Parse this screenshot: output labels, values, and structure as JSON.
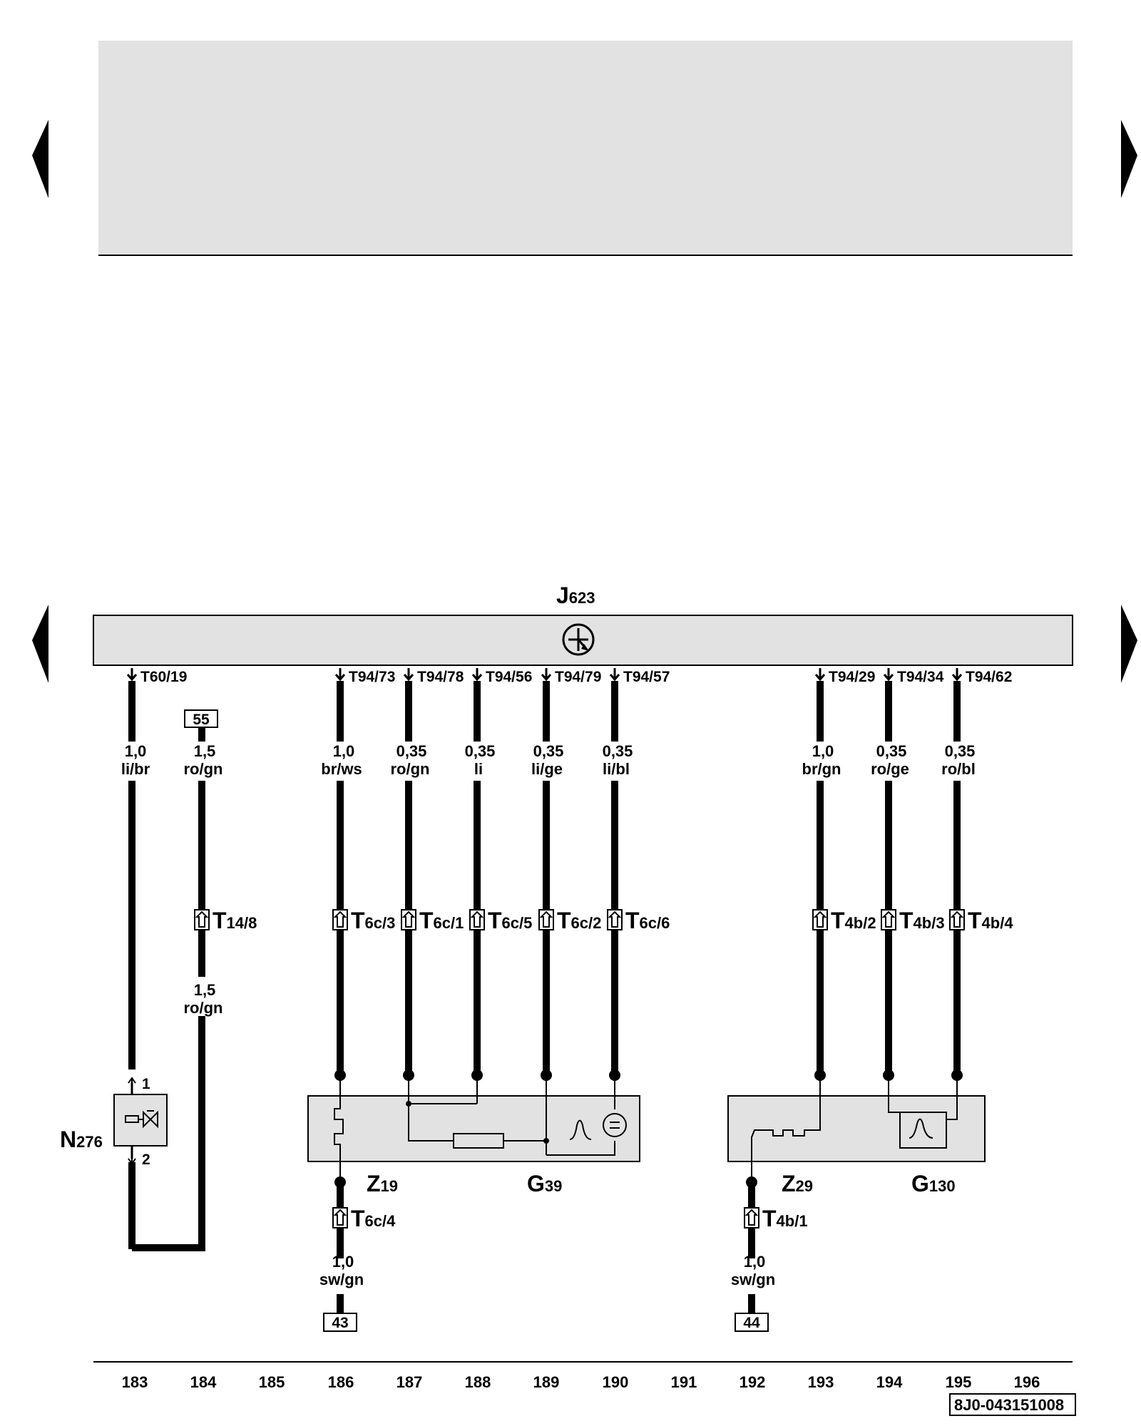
{
  "colors": {
    "panel_fill": "#e2e2e2",
    "ink": "#000000",
    "page": "#ffffff"
  },
  "nav": {
    "prev_icon": "triangle-left-icon",
    "next_icon": "triangle-right-icon"
  },
  "control_unit": {
    "main": "J",
    "sub": "623",
    "symbol": "cpu-symbol-icon"
  },
  "top_pins": [
    {
      "id": "p183",
      "label": "T60/19"
    },
    {
      "id": "p186",
      "label": "T94/73"
    },
    {
      "id": "p187",
      "label": "T94/78"
    },
    {
      "id": "p188",
      "label": "T94/56"
    },
    {
      "id": "p189",
      "label": "T94/79"
    },
    {
      "id": "p190",
      "label": "T94/57"
    },
    {
      "id": "p193",
      "label": "T94/29"
    },
    {
      "id": "p194",
      "label": "T94/34"
    },
    {
      "id": "p195",
      "label": "T94/62"
    }
  ],
  "wire_specs": [
    {
      "id": "w183",
      "size": "1,0",
      "color": "li/br"
    },
    {
      "id": "w184a",
      "size": "1,5",
      "color": "ro/gn"
    },
    {
      "id": "w184b",
      "size": "1,5",
      "color": "ro/gn"
    },
    {
      "id": "w186",
      "size": "1,0",
      "color": "br/ws"
    },
    {
      "id": "w187",
      "size": "0,35",
      "color": "ro/gn"
    },
    {
      "id": "w188",
      "size": "0,35",
      "color": "li"
    },
    {
      "id": "w189",
      "size": "0,35",
      "color": "li/ge"
    },
    {
      "id": "w190",
      "size": "0,35",
      "color": "li/bl"
    },
    {
      "id": "w193",
      "size": "1,0",
      "color": "br/gn"
    },
    {
      "id": "w194",
      "size": "0,35",
      "color": "ro/ge"
    },
    {
      "id": "w195",
      "size": "0,35",
      "color": "ro/bl"
    },
    {
      "id": "w186b",
      "size": "1,0",
      "color": "sw/gn"
    },
    {
      "id": "w192",
      "size": "1,0",
      "color": "sw/gn"
    }
  ],
  "connectors": [
    {
      "id": "c184",
      "main": "T",
      "sub": "14/8"
    },
    {
      "id": "c186",
      "main": "T",
      "sub": "6c/3"
    },
    {
      "id": "c187",
      "main": "T",
      "sub": "6c/1"
    },
    {
      "id": "c188",
      "main": "T",
      "sub": "6c/5"
    },
    {
      "id": "c189",
      "main": "T",
      "sub": "6c/2"
    },
    {
      "id": "c190",
      "main": "T",
      "sub": "6c/6"
    },
    {
      "id": "c193",
      "main": "T",
      "sub": "4b/2"
    },
    {
      "id": "c194",
      "main": "T",
      "sub": "4b/3"
    },
    {
      "id": "c195",
      "main": "T",
      "sub": "4b/4"
    },
    {
      "id": "c186b",
      "main": "T",
      "sub": "6c/4"
    },
    {
      "id": "c192",
      "main": "T",
      "sub": "4b/1"
    }
  ],
  "ref_boxes": {
    "b55": "55",
    "b43": "43",
    "b44": "44"
  },
  "components": {
    "n276": {
      "main": "N",
      "sub": "276",
      "pin1": "1",
      "pin2": "2"
    },
    "z19": {
      "main": "Z",
      "sub": "19"
    },
    "g39": {
      "main": "G",
      "sub": "39"
    },
    "z29": {
      "main": "Z",
      "sub": "29"
    },
    "g130": {
      "main": "G",
      "sub": "130"
    }
  },
  "columns": [
    "183",
    "184",
    "185",
    "186",
    "187",
    "188",
    "189",
    "190",
    "191",
    "192",
    "193",
    "194",
    "195",
    "196"
  ],
  "doc_code": "8J0-043151008"
}
